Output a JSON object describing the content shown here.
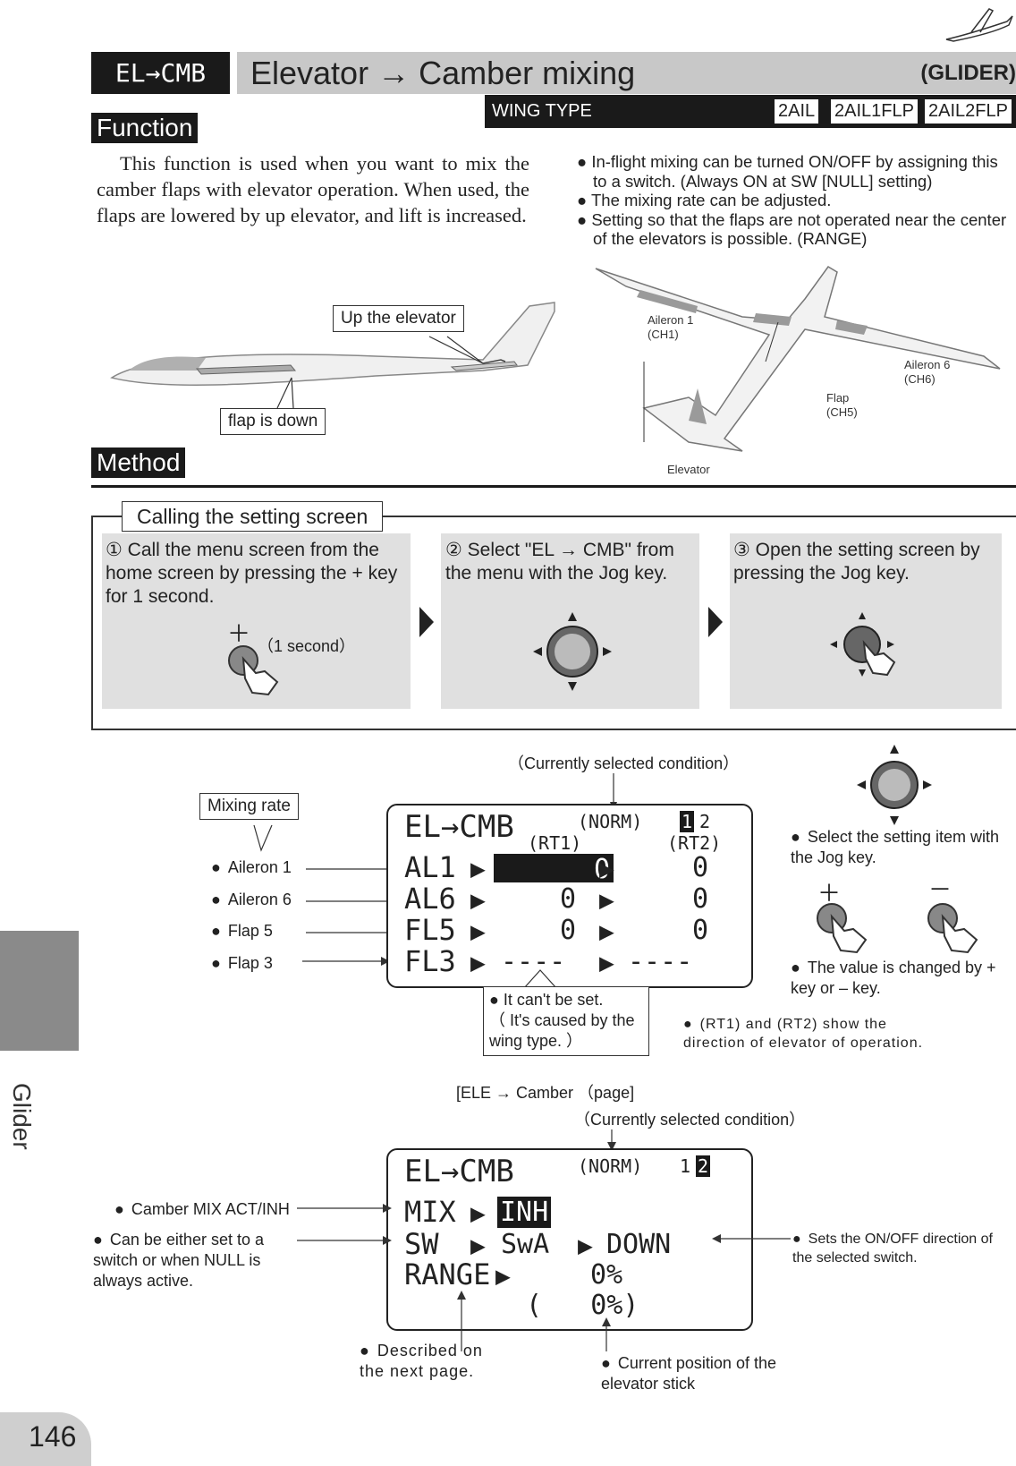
{
  "header": {
    "code": "EL→CMB",
    "title": "Elevator → Camber mixing",
    "mode": "(GLIDER)"
  },
  "function_tag": "Function",
  "wing_type": {
    "label": "WING TYPE",
    "options": [
      "2AIL",
      "2AIL1FLP",
      "2AIL2FLP"
    ]
  },
  "intro": "This function is used when you want to mix the camber flaps with elevator operation. When used, the flaps are lowered by up elevator, and lift is increased.",
  "bullets": [
    "● In-flight mixing can be turned ON/OFF by assigning this to a switch. (Always ON at SW [NULL] setting)",
    "● The mixing rate can be adjusted.",
    "● Setting so that the flaps are not operated near the center of the elevators is possible. (RANGE)"
  ],
  "side_plane": {
    "up_elevator": "Up the elevator",
    "flap_down": "flap is down"
  },
  "plane_labels": {
    "aileron1": "Aileron 1",
    "aileron1_ch": "(CH1)",
    "aileron6": "Aileron 6",
    "aileron6_ch": "(CH6)",
    "flap": "Flap",
    "flap_ch": "(CH5)",
    "elevator": "Elevator"
  },
  "method_tag": "Method",
  "calling": {
    "title": "Calling the setting screen",
    "step1": "① Call the menu screen from the home screen by pressing the + key for 1 second.",
    "step1_plus": "＋",
    "step1_time": "（1 second）",
    "step2": "② Select \"EL → CMB\" from the menu with the Jog key.",
    "step3": "③ Open the setting screen by pressing the Jog key."
  },
  "screen1": {
    "caption": "（Currently selected condition）",
    "mixing_rate": "Mixing rate",
    "lcd": {
      "title": "EL→CMB",
      "cond": "(NORM)",
      "sel": "1",
      "other": "2",
      "rt1": "(RT1)",
      "rt2": "(RT2)",
      "rows": [
        {
          "name": "AL1",
          "v1": "0",
          "v2": "0"
        },
        {
          "name": "AL6",
          "v1": "0",
          "v2": "0"
        },
        {
          "name": "FL5",
          "v1": "0",
          "v2": "0"
        },
        {
          "name": "FL3",
          "v1": "----",
          "v2": "----"
        }
      ]
    },
    "left_labels": [
      "Aileron 1",
      "Aileron 6",
      "Flap 5",
      "Flap 3"
    ],
    "cant_set": "● It can't be set.",
    "cant_set_reason": "（ It's caused by the wing type. ）",
    "select_item": "Select the setting item with the Jog key.",
    "plus": "＋",
    "minus": "－",
    "value_change": "The value is changed by + key or – key.",
    "rt_note": "(RT1) and (RT2) show the direction of elevator of operation."
  },
  "screen2": {
    "page_label": "[ELE → Camber （page]",
    "caption": "（Currently selected condition）",
    "lcd": {
      "title": "EL→CMB",
      "cond": "(NORM)",
      "other": "1",
      "sel": "2",
      "mix_label": "MIX",
      "mix_value": "INH",
      "sw_label": "SW",
      "sw_value": "SwA",
      "sw_dir": "DOWN",
      "range_label": "RANGE",
      "range_value": "0%",
      "range_current": "(   0%)"
    },
    "camber_mix": "Camber MIX ACT/INH",
    "switch_note": "Can be either set to a switch or when NULL is always active.",
    "onoff_dir": "Sets the ON/OFF direction of the selected switch.",
    "next_page": "Described on the next page.",
    "stick_pos": "Current position of the elevator stick"
  },
  "side_tab": "Glider",
  "page_number": "146",
  "colors": {
    "dark": "#1a1a1a",
    "header_grey": "#c8c8c8",
    "step_grey": "#e0e0e0",
    "side_grey": "#8a8a8a"
  }
}
